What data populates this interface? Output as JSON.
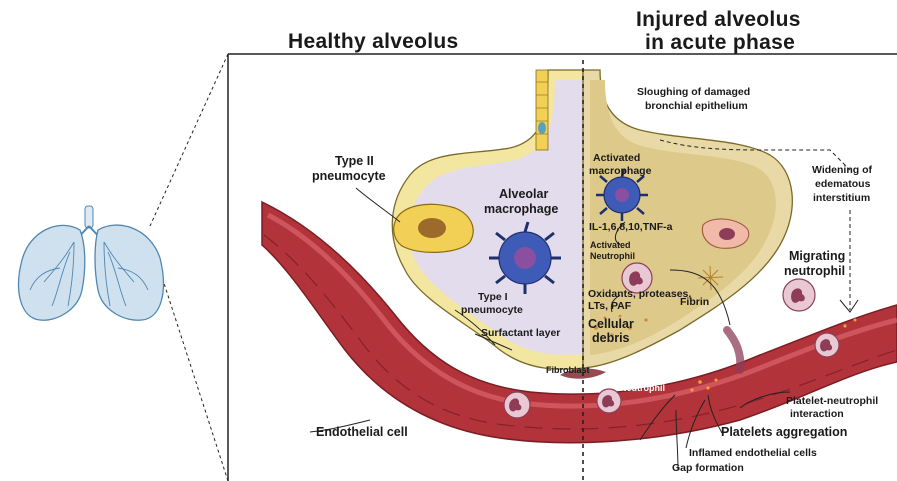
{
  "headings": {
    "healthy": "Healthy alveolus",
    "injured_line1": "Injured alveolus",
    "injured_line2": "in acute phase"
  },
  "labels": {
    "type2_line1": "Type II",
    "type2_line2": "pneumocyte",
    "alv_mac_line1": "Alveolar",
    "alv_mac_line2": "macrophage",
    "type1_line1": "Type I",
    "type1_line2": "pneumocyte",
    "surfactant": "Surfactant layer",
    "fibroblast": "Fibroblast",
    "endothelial": "Endothelial cell",
    "sloughing_line1": "Sloughing of damaged",
    "sloughing_line2": "bronchial epithelium",
    "act_mac_line1": "Activated",
    "act_mac_line2": "macrophage",
    "cytokines": "IL-1,6,8,10,TNF-a",
    "act_neut_line1": "Activated",
    "act_neut_line2": "Neutrophil",
    "oxidants_line1": "Oxidants, proteases,",
    "oxidants_line2": "LTs, PAF",
    "fibrin": "Fibrin",
    "debris_line1": "Cellular",
    "debris_line2": "debris",
    "widening_line1": "Widening of",
    "widening_line2": "edematous",
    "widening_line3": "interstitium",
    "migrating_line1": "Migrating",
    "migrating_line2": "neutrophil",
    "neutrophil": "Neutrophil",
    "platelet_line1": "Platelet-neutrophil",
    "platelet_line2": "interaction",
    "plt_aggr": "Platelets aggregation",
    "inflamed": "Inflamed endothelial cells",
    "gap": "Gap formation"
  },
  "colors": {
    "vessel": "#b3333b",
    "vessel_light": "#d9646a",
    "vessel_dark": "#7a1d24",
    "healthy_alveolus_fill": "#e2dcec",
    "injured_alveolus_fill": "#e9d9a6",
    "wall": "#f3e6a0",
    "macrophage": "#3e5bb8",
    "neutrophil": "#c36c86",
    "lung": "#4f87b3"
  },
  "icons": [
    "lung-illustration-icon",
    "alveolar-macrophage-icon",
    "type-ii-pneumocyte-icon",
    "neutrophil-icon",
    "fibroblast-icon",
    "bronchial-epithelium-icon"
  ]
}
